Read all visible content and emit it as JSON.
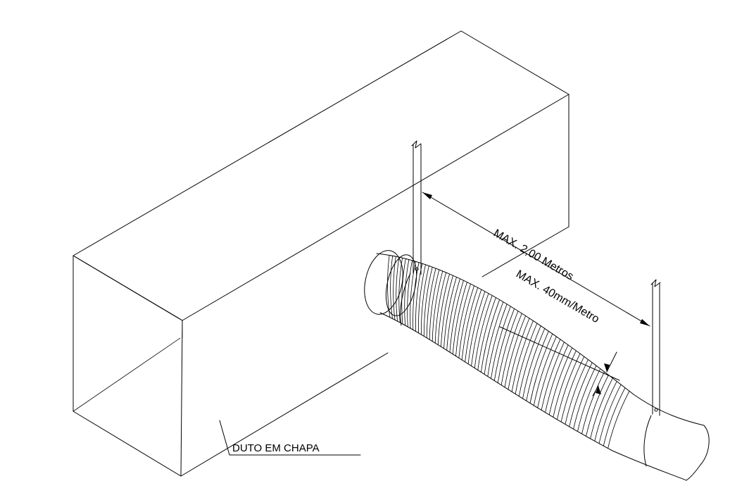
{
  "labels": {
    "max_spacing": "MAX. 2,00 Metros",
    "max_sag": "MAX. 40mm/Metro",
    "duct_label": "DUTO EM CHAPA"
  },
  "colors": {
    "line": "#000000",
    "background": "#ffffff"
  }
}
